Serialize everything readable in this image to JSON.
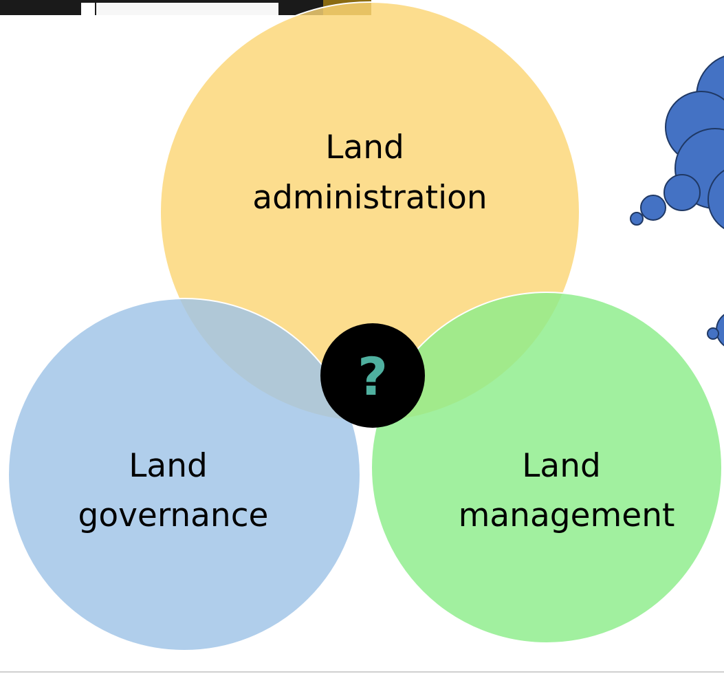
{
  "diagram": {
    "circles": [
      {
        "id": "administration",
        "label_lines": [
          "Land",
          "administration"
        ],
        "color": "#fbd575"
      },
      {
        "id": "governance",
        "label_lines": [
          "Land",
          "governance"
        ],
        "color": "#9fc3e7"
      },
      {
        "id": "management",
        "label_lines": [
          "Land",
          "management"
        ],
        "color": "#8ced8a"
      }
    ],
    "center": {
      "symbol": "?",
      "background_color": "#000000",
      "symbol_color": "#4fb09f"
    },
    "decorations": {
      "cloud_color": "#4472c4",
      "frame_color": "#1a1a1a"
    }
  }
}
